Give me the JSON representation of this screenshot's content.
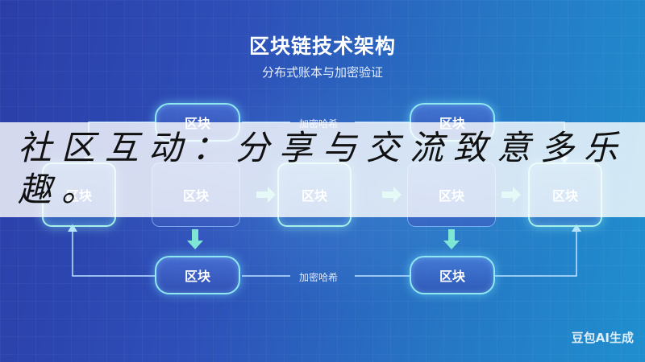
{
  "diagram": {
    "title": "区块链技术架构",
    "subtitle": "分布式账本与加密验证",
    "block_label": "区块",
    "edge_label": "加密哈希"
  },
  "banner": {
    "text": "社区互动：分享与交流致意多乐趣。"
  },
  "watermark": "豆包AI生成",
  "colors": {
    "bg_left": "#2b3ea8",
    "bg_right": "#1f8fcf",
    "block_border": "#8fe8f0",
    "connector": "#bfe3ff",
    "arrow": "#7fe6d4"
  }
}
